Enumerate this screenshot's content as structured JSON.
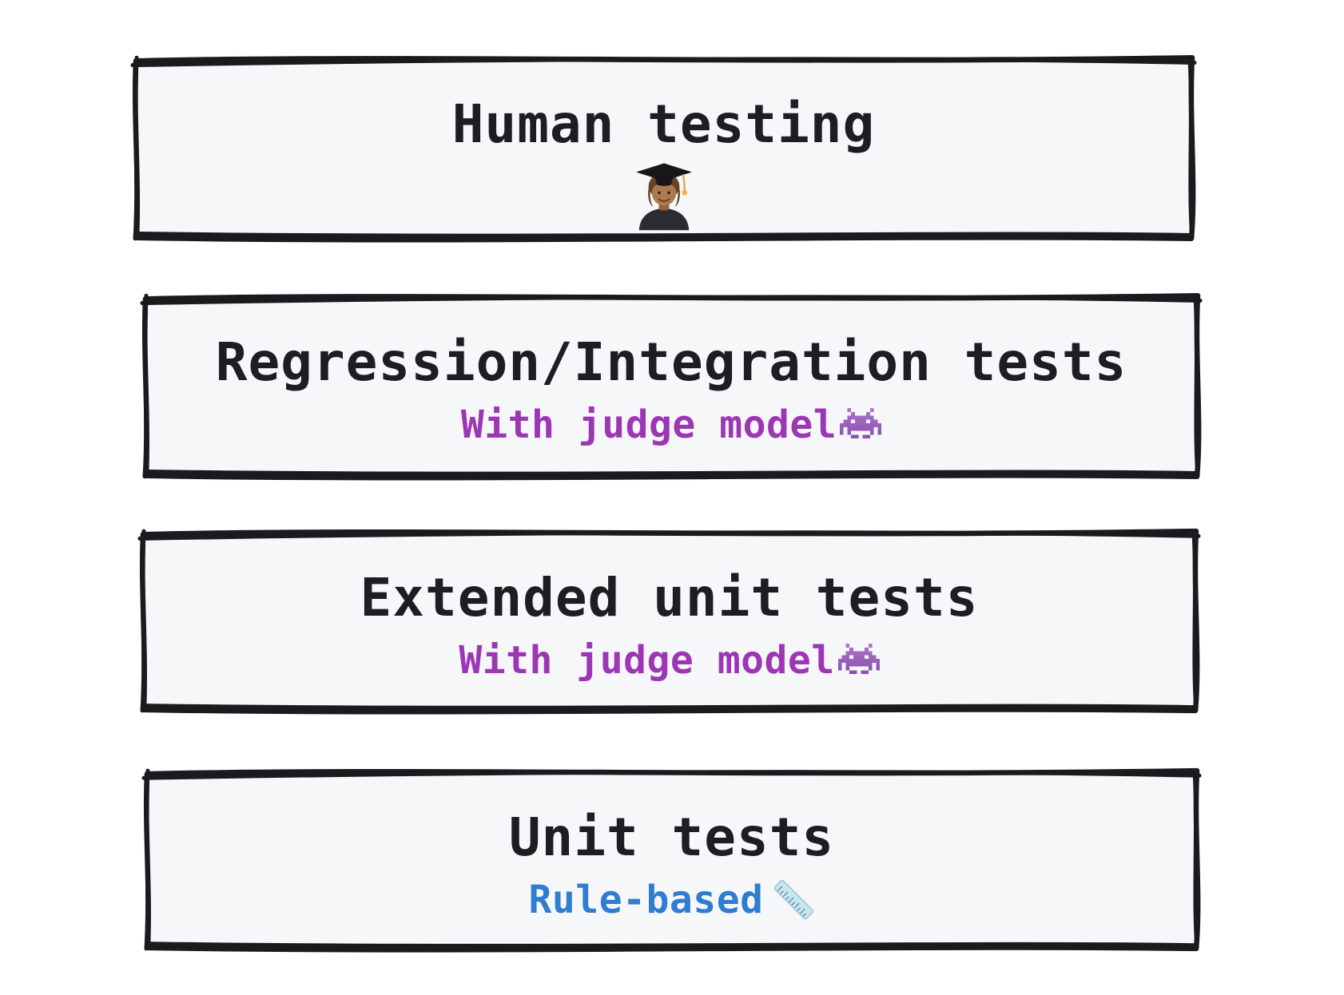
{
  "page": {
    "background": "#ffffff",
    "description_colors": {
      "box_fill": "#f6f7f9",
      "box_border": "#1b1b1f",
      "title_text": "#1d1d22",
      "judge_model_text": "#9c36b5",
      "rule_based_text": "#2e7dd1"
    }
  },
  "boxes": [
    {
      "title": "Human testing",
      "subtitle": "",
      "icon": "graduate-student-emoji"
    },
    {
      "title": "Regression/Integration tests",
      "subtitle": "With judge model",
      "icon": "alien-monster-emoji"
    },
    {
      "title": "Extended unit tests",
      "subtitle": "With judge model",
      "icon": "alien-monster-emoji"
    },
    {
      "title": "Unit tests",
      "subtitle": "Rule-based",
      "icon": "straight-ruler-emoji"
    }
  ]
}
